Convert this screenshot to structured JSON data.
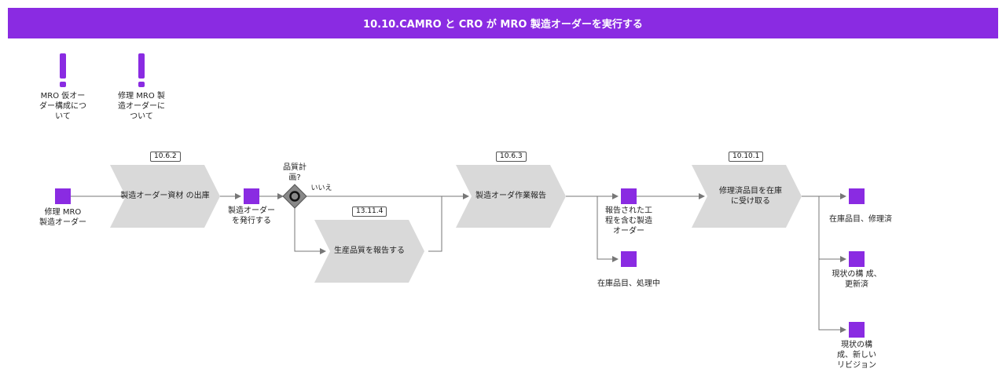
{
  "header": {
    "title": "10.10.CAMRO と CRO が MRO 製造オーダーを実行する"
  },
  "notes": [
    {
      "label": "MRO 仮オー\nダー構成につ\nいて"
    },
    {
      "label": "修理 MRO 製\n造オーダーに\nついて"
    }
  ],
  "events": {
    "start": "修理 MRO\n製造オーダー",
    "issued": "製造オーダー\nを発行する",
    "reported": "報告された工\n程を含む製造\nオーダー",
    "in_process": "在庫品目、処理中",
    "repaired": "在庫品目、修理済",
    "config_updated": "現状の構 成、\n更新済",
    "new_revision": "現状の構\n成、新しい\nリビジョン"
  },
  "processes": {
    "issue_material": {
      "tag": "10.6.2",
      "label": "製造オーダー資材 の出庫"
    },
    "report_quality": {
      "tag": "13.11.4",
      "label": "生産品質を報告する"
    },
    "report_work": {
      "tag": "10.6.3",
      "label": "製造オーダ作業報告"
    },
    "receive_repaired": {
      "tag": "10.10.1",
      "label": "修理済品目を在庫\nに受け取る"
    }
  },
  "gateway": {
    "label": "品質計\n画?",
    "no_label": "いいえ"
  },
  "colors": {
    "accent": "#8a2be2",
    "process_fill": "#d9d9d9",
    "line": "#777777",
    "gateway": "#888888"
  }
}
